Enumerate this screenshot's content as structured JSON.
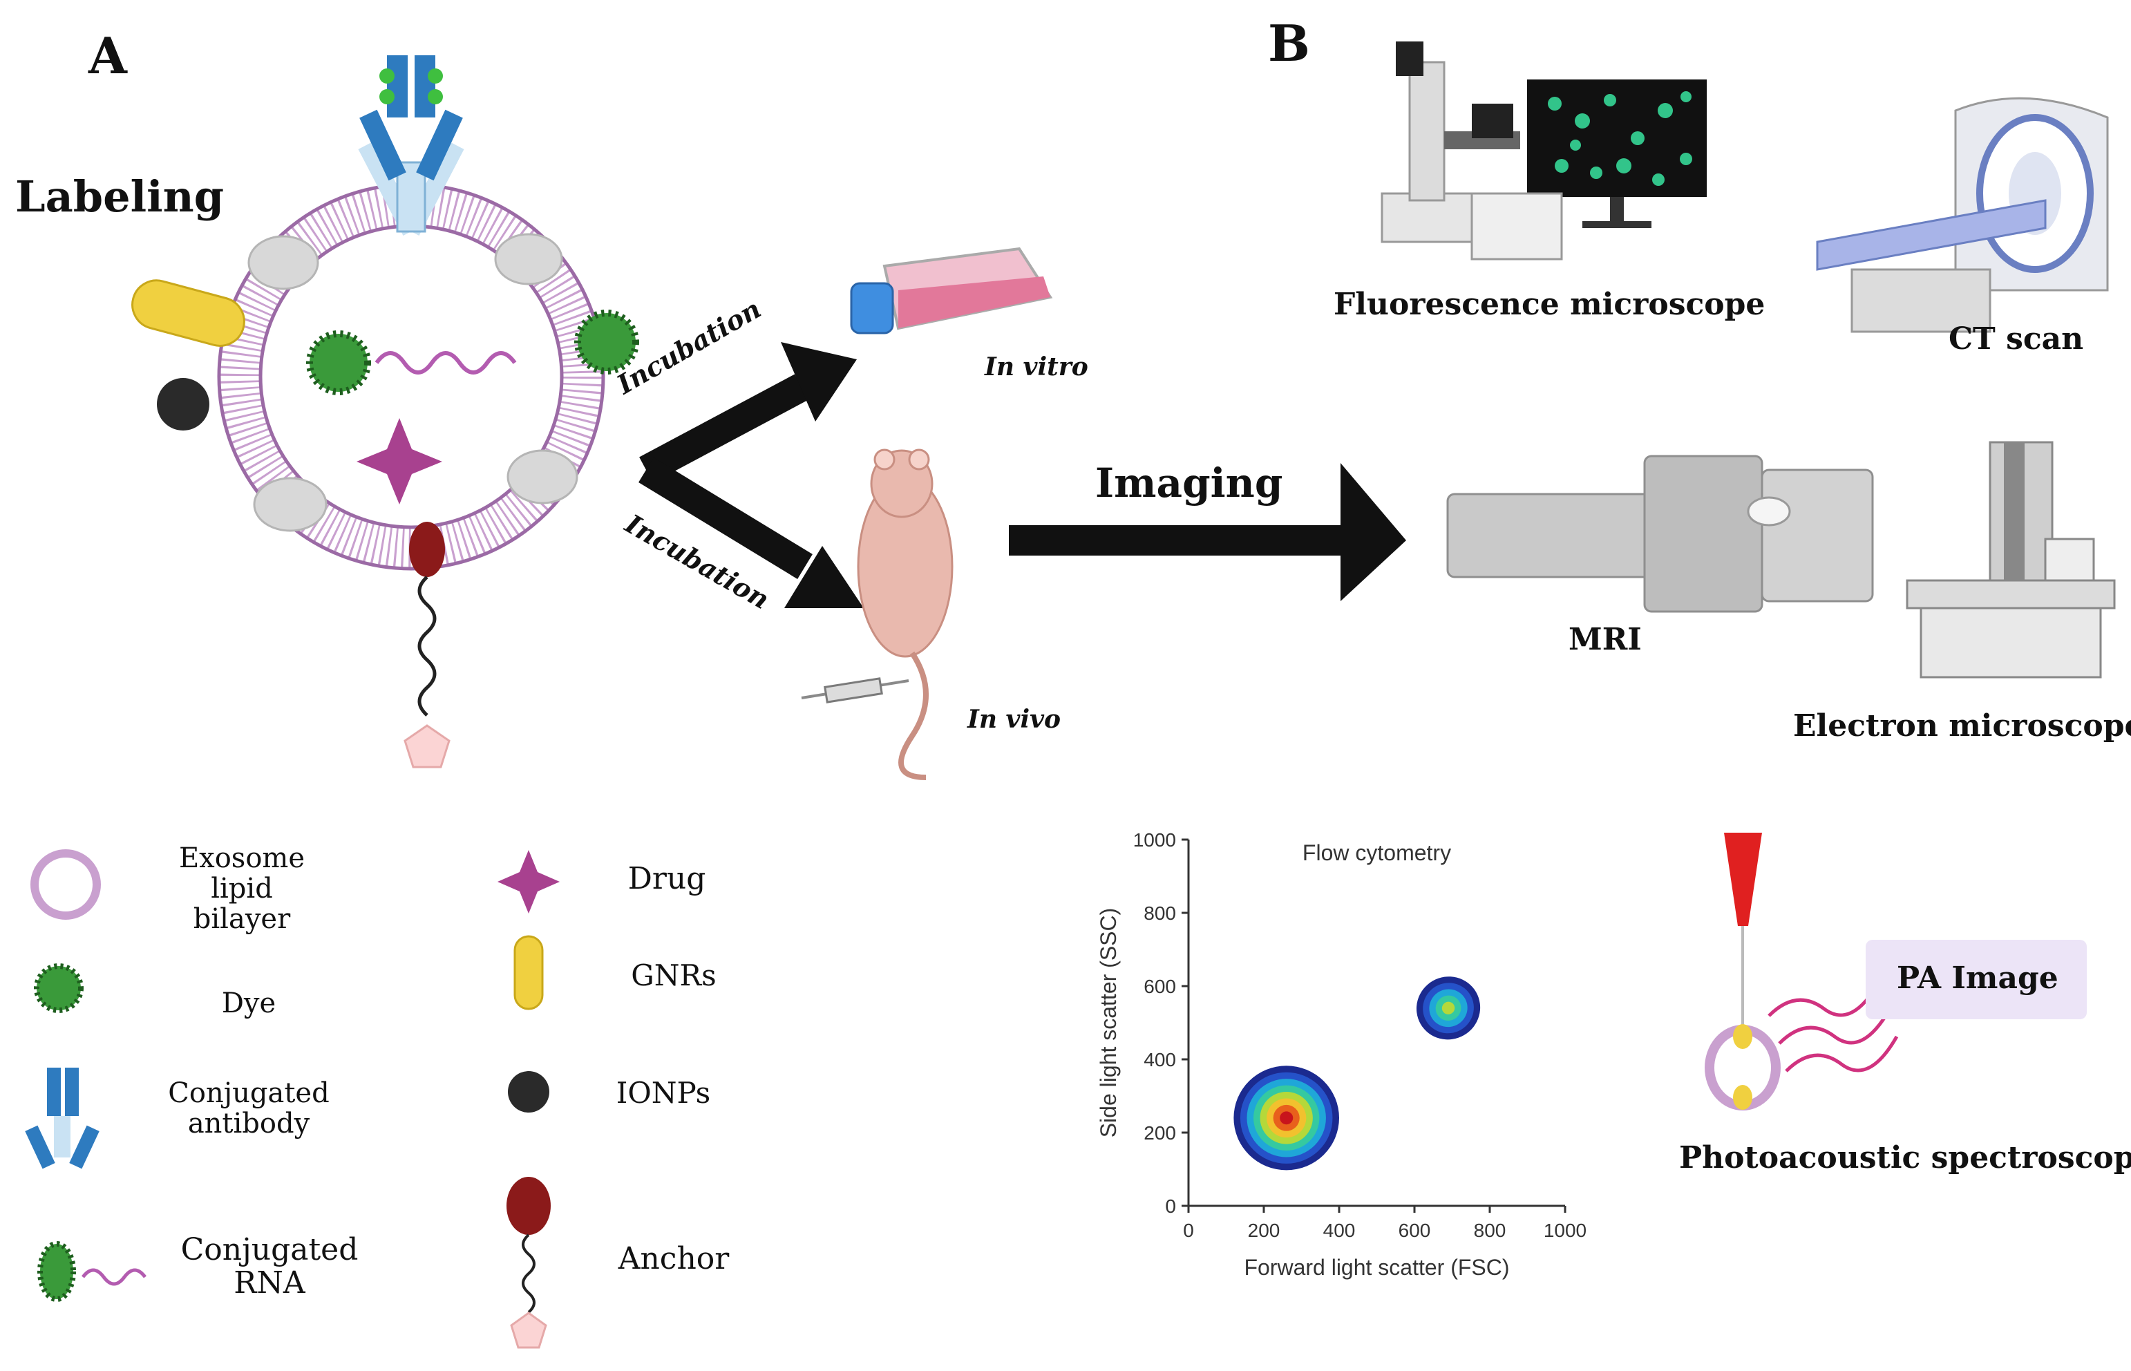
{
  "panel_a": {
    "letter": "A",
    "labeling": "Labeling",
    "incubation_top": "Incubation",
    "incubation_bottom": "Incubation",
    "in_vitro": "In vitro",
    "in_vivo": "In vivo"
  },
  "panel_b": {
    "letter": "B",
    "imaging": "Imaging",
    "fluorescence": "Fluorescence microscope",
    "ct": "CT scan",
    "mri": "MRI",
    "electron": "Electron microscope",
    "pa_image": "PA Image",
    "photoacoustic": "Photoacoustic spectroscopy"
  },
  "legend": [
    {
      "icon": "exosome-lipid-bilayer-icon",
      "lines": [
        "Exosome",
        "lipid",
        "bilayer"
      ]
    },
    {
      "icon": "dye-icon",
      "lines": [
        "Dye"
      ]
    },
    {
      "icon": "conjugated-antibody-icon",
      "lines": [
        "Conjugated",
        "antibody"
      ]
    },
    {
      "icon": "conjugated-rna-icon",
      "lines": [
        "Conjugated",
        "RNA"
      ]
    },
    {
      "icon": "drug-icon",
      "lines": [
        "Drug"
      ]
    },
    {
      "icon": "gnr-icon",
      "lines": [
        "GNRs"
      ]
    },
    {
      "icon": "ionp-icon",
      "lines": [
        "IONPs"
      ]
    },
    {
      "icon": "anchor-icon",
      "lines": [
        "Anchor"
      ]
    }
  ],
  "colors": {
    "arrow": "#111111",
    "dye": "#3a9a3a",
    "drug": "#a8418f",
    "gnr": "#f0d040",
    "ionp": "#2a2a2a",
    "anchor": "#8b1a1a",
    "antibody": "#2e7bbf",
    "membrane": "#b88ac0",
    "pa_box": "#ece4f7"
  },
  "chart_data": {
    "type": "scatter",
    "title": "Flow cytometry",
    "xlabel": "Forward light scatter (FSC)",
    "ylabel": "Side light scatter (SSC)",
    "xlim": [
      0,
      1000
    ],
    "ylim": [
      0,
      1000
    ],
    "xticks": [
      0,
      200,
      400,
      600,
      800,
      1000
    ],
    "yticks": [
      0,
      200,
      400,
      600,
      800,
      1000
    ],
    "xtick_labels": [
      "0",
      "200",
      "400",
      "600",
      "800",
      "1000"
    ],
    "ytick_labels": [
      "0",
      "200",
      "400",
      "600",
      "800",
      "1000"
    ],
    "grid": false,
    "series": [
      {
        "center": [
          260,
          240
        ],
        "spread": [
          280,
          300
        ]
      },
      {
        "center": [
          690,
          540
        ],
        "spread": [
          170,
          190
        ]
      }
    ]
  }
}
